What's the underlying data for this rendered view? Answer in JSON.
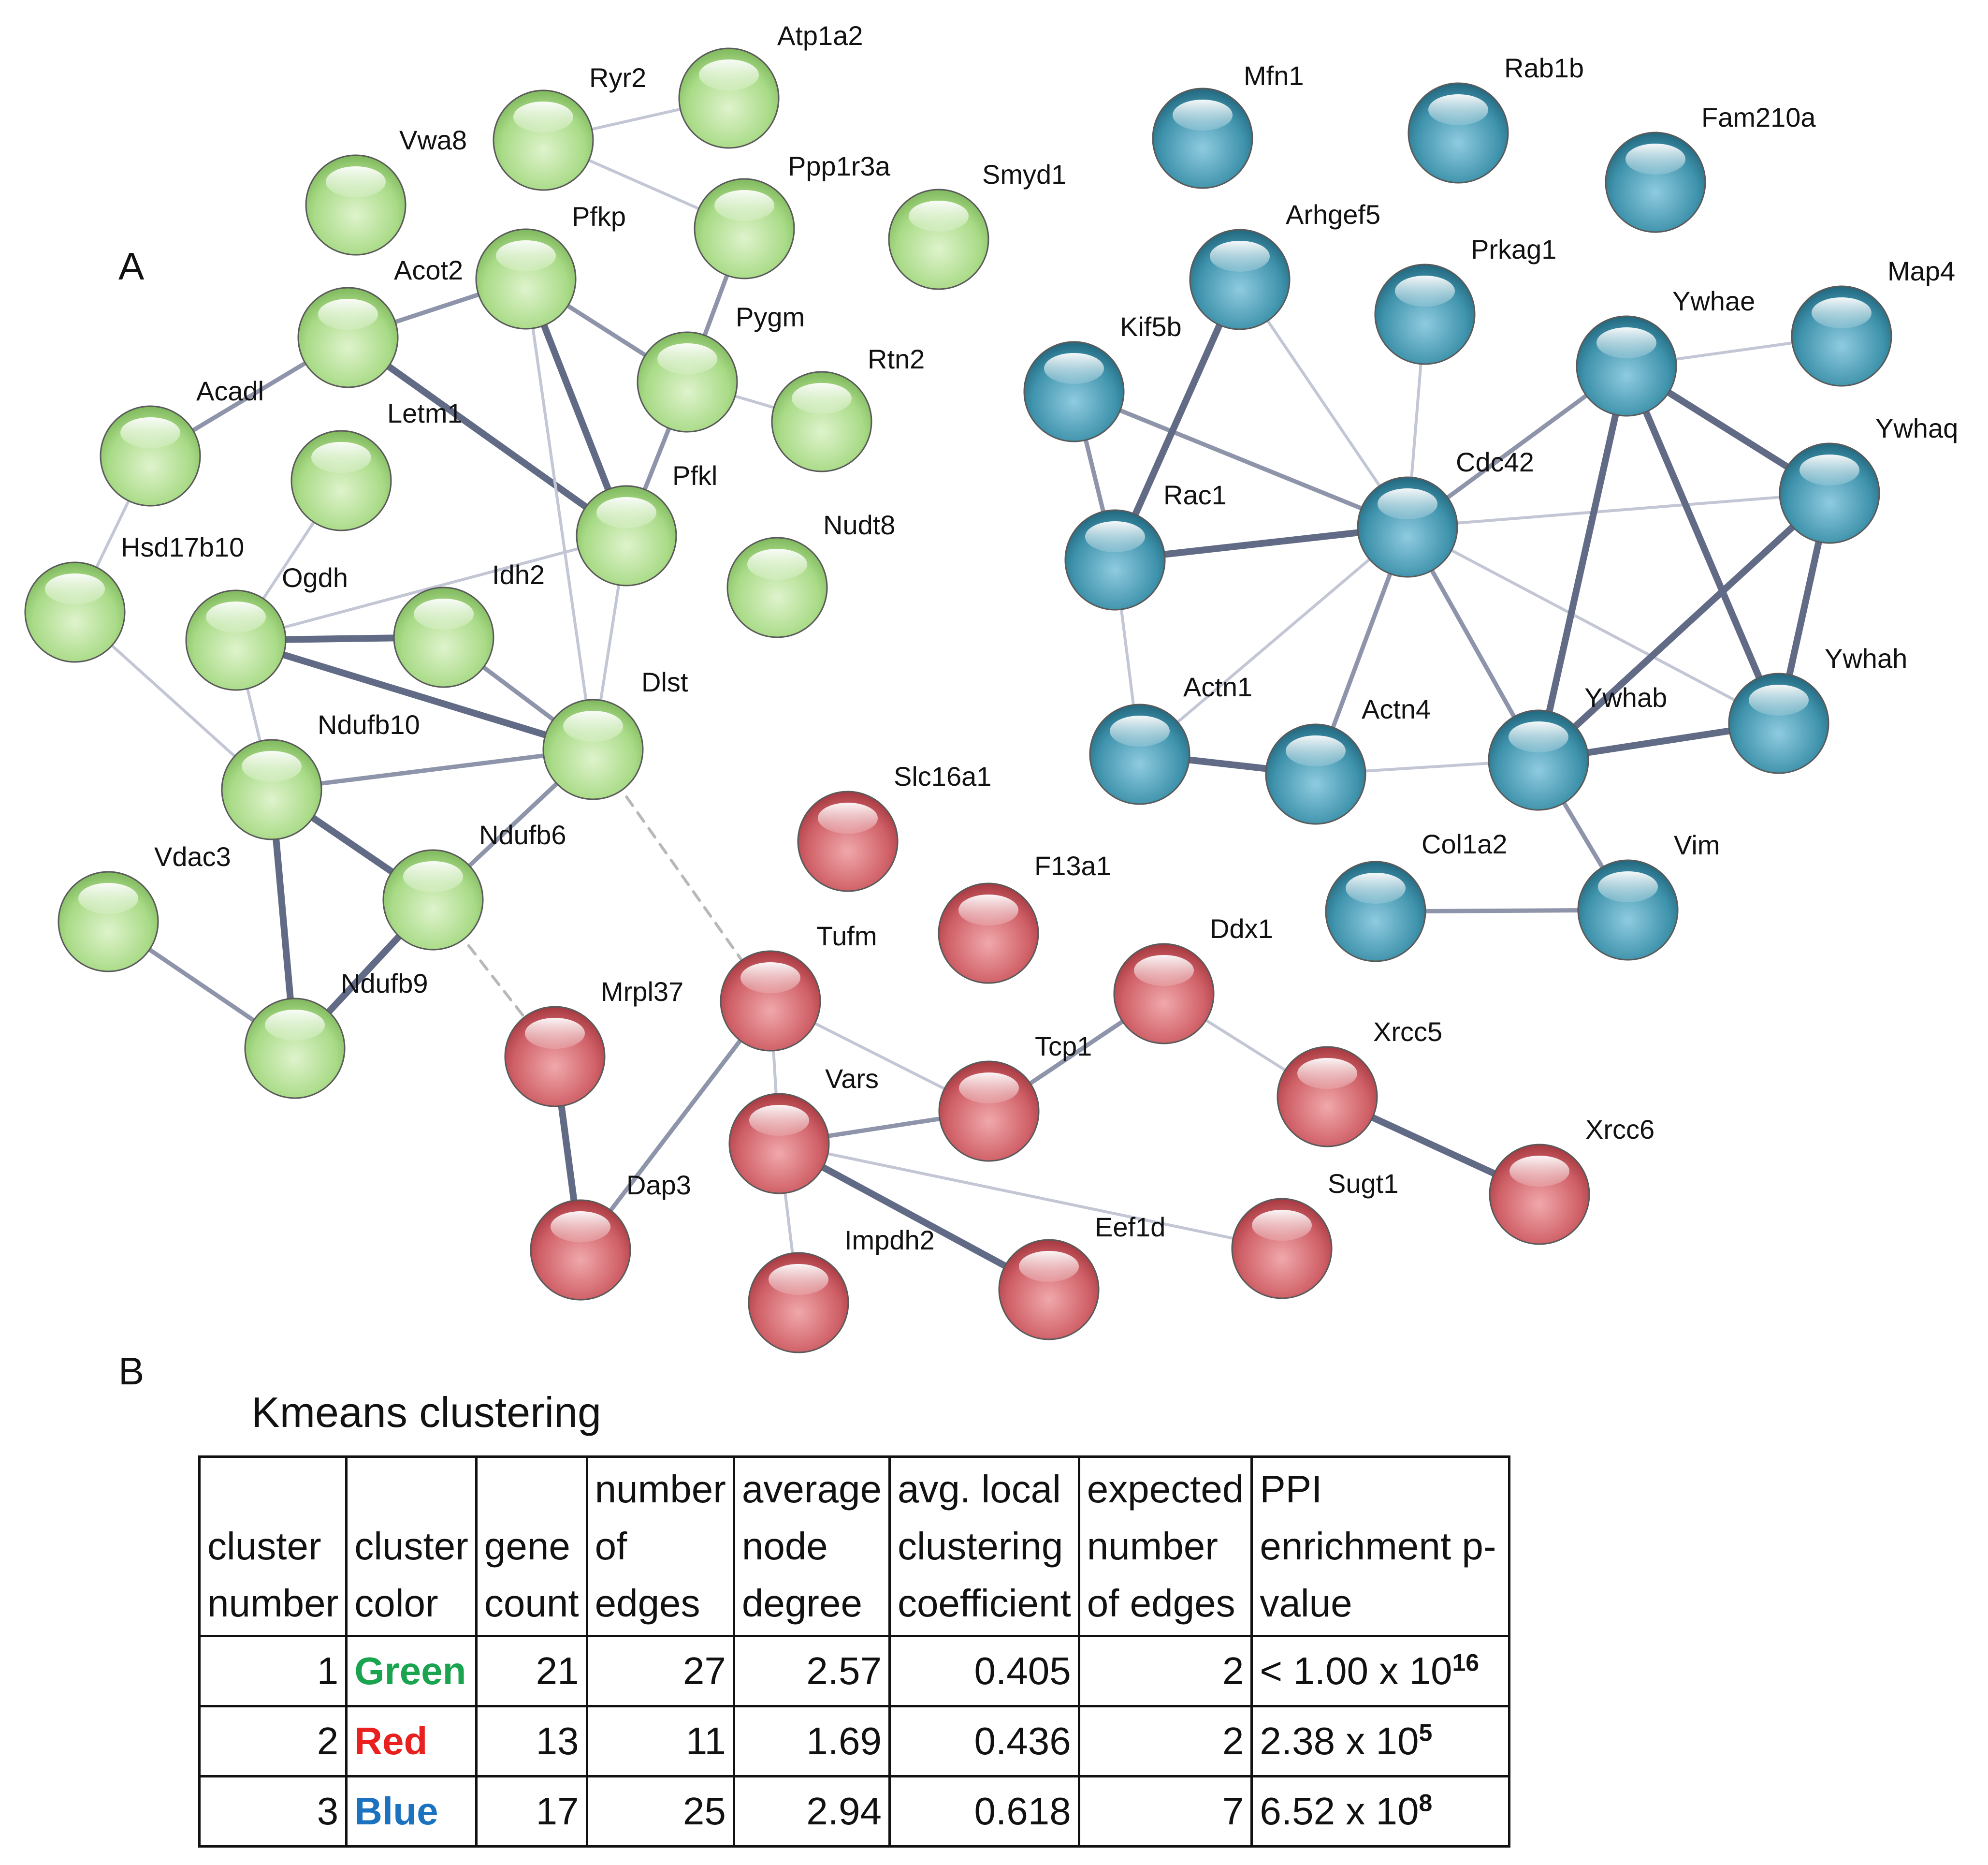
{
  "panels": {
    "a_label": "A",
    "b_label": "B"
  },
  "colors": {
    "green": "#a9db87",
    "red": "#cf5f66",
    "blue": "#3f93ac",
    "edge": "#616b86",
    "edge_light": "#c3c6d4",
    "text_green": "#1aa450",
    "text_red": "#e8201f",
    "text_blue": "#1b73c0"
  },
  "network": {
    "nodes": [
      {
        "id": "Atp1a2",
        "label": "Atp1a2",
        "cluster": "green"
      },
      {
        "id": "Ryr2",
        "label": "Ryr2",
        "cluster": "green"
      },
      {
        "id": "Vwa8",
        "label": "Vwa8",
        "cluster": "green"
      },
      {
        "id": "Ppp1r3a",
        "label": "Ppp1r3a",
        "cluster": "green"
      },
      {
        "id": "Smyd1",
        "label": "Smyd1",
        "cluster": "green"
      },
      {
        "id": "Pfkp",
        "label": "Pfkp",
        "cluster": "green"
      },
      {
        "id": "Acot2",
        "label": "Acot2",
        "cluster": "green"
      },
      {
        "id": "Pygm",
        "label": "Pygm",
        "cluster": "green"
      },
      {
        "id": "Rtn2",
        "label": "Rtn2",
        "cluster": "green"
      },
      {
        "id": "Acadl",
        "label": "Acadl",
        "cluster": "green"
      },
      {
        "id": "Letm1",
        "label": "Letm1",
        "cluster": "green"
      },
      {
        "id": "Pfkl",
        "label": "Pfkl",
        "cluster": "green"
      },
      {
        "id": "Nudt8",
        "label": "Nudt8",
        "cluster": "green"
      },
      {
        "id": "Hsd17b10",
        "label": "Hsd17b10",
        "cluster": "green"
      },
      {
        "id": "Ogdh",
        "label": "Ogdh",
        "cluster": "green"
      },
      {
        "id": "Idh2",
        "label": "Idh2",
        "cluster": "green"
      },
      {
        "id": "Dlst",
        "label": "Dlst",
        "cluster": "green"
      },
      {
        "id": "Ndufb10",
        "label": "Ndufb10",
        "cluster": "green"
      },
      {
        "id": "Ndufb6",
        "label": "Ndufb6",
        "cluster": "green"
      },
      {
        "id": "Vdac3",
        "label": "Vdac3",
        "cluster": "green"
      },
      {
        "id": "Ndufb9",
        "label": "Ndufb9",
        "cluster": "green"
      },
      {
        "id": "Mfn1",
        "label": "Mfn1",
        "cluster": "blue"
      },
      {
        "id": "Rab1b",
        "label": "Rab1b",
        "cluster": "blue"
      },
      {
        "id": "Fam210a",
        "label": "Fam210a",
        "cluster": "blue"
      },
      {
        "id": "Arhgef5",
        "label": "Arhgef5",
        "cluster": "blue"
      },
      {
        "id": "Prkag1",
        "label": "Prkag1",
        "cluster": "blue"
      },
      {
        "id": "Kif5b",
        "label": "Kif5b",
        "cluster": "blue"
      },
      {
        "id": "Ywhae",
        "label": "Ywhae",
        "cluster": "blue"
      },
      {
        "id": "Map4",
        "label": "Map4",
        "cluster": "blue"
      },
      {
        "id": "Ywhaq",
        "label": "Ywhaq",
        "cluster": "blue"
      },
      {
        "id": "Cdc42",
        "label": "Cdc42",
        "cluster": "blue"
      },
      {
        "id": "Rac1",
        "label": "Rac1",
        "cluster": "blue"
      },
      {
        "id": "Actn1",
        "label": "Actn1",
        "cluster": "blue"
      },
      {
        "id": "Actn4",
        "label": "Actn4",
        "cluster": "blue"
      },
      {
        "id": "Ywhab",
        "label": "Ywhab",
        "cluster": "blue"
      },
      {
        "id": "Ywhah",
        "label": "Ywhah",
        "cluster": "blue"
      },
      {
        "id": "Col1a2",
        "label": "Col1a2",
        "cluster": "blue"
      },
      {
        "id": "Vim",
        "label": "Vim",
        "cluster": "blue"
      },
      {
        "id": "Slc16a1",
        "label": "Slc16a1",
        "cluster": "red"
      },
      {
        "id": "F13a1",
        "label": "F13a1",
        "cluster": "red"
      },
      {
        "id": "Tufm",
        "label": "Tufm",
        "cluster": "red"
      },
      {
        "id": "Ddx1",
        "label": "Ddx1",
        "cluster": "red"
      },
      {
        "id": "Mrpl37",
        "label": "Mrpl37",
        "cluster": "red"
      },
      {
        "id": "Tcp1",
        "label": "Tcp1",
        "cluster": "red"
      },
      {
        "id": "Xrcc5",
        "label": "Xrcc5",
        "cluster": "red"
      },
      {
        "id": "Vars",
        "label": "Vars",
        "cluster": "red"
      },
      {
        "id": "Xrcc6",
        "label": "Xrcc6",
        "cluster": "red"
      },
      {
        "id": "Dap3",
        "label": "Dap3",
        "cluster": "red"
      },
      {
        "id": "Sugt1",
        "label": "Sugt1",
        "cluster": "red"
      },
      {
        "id": "Eef1d",
        "label": "Eef1d",
        "cluster": "red"
      },
      {
        "id": "Impdh2",
        "label": "Impdh2",
        "cluster": "red"
      }
    ],
    "edges": [
      {
        "from": "Ryr2",
        "to": "Atp1a2",
        "strength": "weak"
      },
      {
        "from": "Ryr2",
        "to": "Ppp1r3a",
        "strength": "weak"
      },
      {
        "from": "Ppp1r3a",
        "to": "Pygm",
        "strength": "medium"
      },
      {
        "from": "Acot2",
        "to": "Pfkp",
        "strength": "medium"
      },
      {
        "from": "Acot2",
        "to": "Acadl",
        "strength": "medium"
      },
      {
        "from": "Acot2",
        "to": "Pfkl",
        "strength": "strong"
      },
      {
        "from": "Pfkp",
        "to": "Pygm",
        "strength": "medium"
      },
      {
        "from": "Pfkp",
        "to": "Pfkl",
        "strength": "strong"
      },
      {
        "from": "Pfkp",
        "to": "Dlst",
        "strength": "weak"
      },
      {
        "from": "Pygm",
        "to": "Rtn2",
        "strength": "weak"
      },
      {
        "from": "Pygm",
        "to": "Pfkl",
        "strength": "medium"
      },
      {
        "from": "Pfkl",
        "to": "Dlst",
        "strength": "weak"
      },
      {
        "from": "Pfkl",
        "to": "Ogdh",
        "strength": "weak"
      },
      {
        "from": "Acadl",
        "to": "Hsd17b10",
        "strength": "weak"
      },
      {
        "from": "Letm1",
        "to": "Ogdh",
        "strength": "weak"
      },
      {
        "from": "Hsd17b10",
        "to": "Ndufb10",
        "strength": "weak"
      },
      {
        "from": "Ogdh",
        "to": "Idh2",
        "strength": "strong"
      },
      {
        "from": "Ogdh",
        "to": "Dlst",
        "strength": "strong"
      },
      {
        "from": "Ogdh",
        "to": "Ndufb10",
        "strength": "weak"
      },
      {
        "from": "Idh2",
        "to": "Dlst",
        "strength": "medium"
      },
      {
        "from": "Ndufb10",
        "to": "Dlst",
        "strength": "medium"
      },
      {
        "from": "Ndufb10",
        "to": "Ndufb6",
        "strength": "strong"
      },
      {
        "from": "Ndufb10",
        "to": "Ndufb9",
        "strength": "strong"
      },
      {
        "from": "Ndufb6",
        "to": "Dlst",
        "strength": "medium"
      },
      {
        "from": "Ndufb6",
        "to": "Ndufb9",
        "strength": "strong"
      },
      {
        "from": "Vdac3",
        "to": "Ndufb9",
        "strength": "medium"
      },
      {
        "from": "Dlst",
        "to": "Tufm",
        "strength": "dashed"
      },
      {
        "from": "Ndufb6",
        "to": "Mrpl37",
        "strength": "dashed"
      },
      {
        "from": "Kif5b",
        "to": "Cdc42",
        "strength": "medium"
      },
      {
        "from": "Kif5b",
        "to": "Rac1",
        "strength": "medium"
      },
      {
        "from": "Arhgef5",
        "to": "Rac1",
        "strength": "strong"
      },
      {
        "from": "Arhgef5",
        "to": "Cdc42",
        "strength": "weak"
      },
      {
        "from": "Prkag1",
        "to": "Cdc42",
        "strength": "weak"
      },
      {
        "from": "Rac1",
        "to": "Cdc42",
        "strength": "strong"
      },
      {
        "from": "Rac1",
        "to": "Actn1",
        "strength": "weak"
      },
      {
        "from": "Cdc42",
        "to": "Ywhae",
        "strength": "medium"
      },
      {
        "from": "Cdc42",
        "to": "Ywhaq",
        "strength": "weak"
      },
      {
        "from": "Cdc42",
        "to": "Actn1",
        "strength": "weak"
      },
      {
        "from": "Cdc42",
        "to": "Actn4",
        "strength": "medium"
      },
      {
        "from": "Cdc42",
        "to": "Ywhab",
        "strength": "medium"
      },
      {
        "from": "Cdc42",
        "to": "Ywhah",
        "strength": "weak"
      },
      {
        "from": "Ywhae",
        "to": "Map4",
        "strength": "weak"
      },
      {
        "from": "Ywhae",
        "to": "Ywhaq",
        "strength": "strong"
      },
      {
        "from": "Ywhae",
        "to": "Ywhab",
        "strength": "strong"
      },
      {
        "from": "Ywhae",
        "to": "Ywhah",
        "strength": "strong"
      },
      {
        "from": "Ywhaq",
        "to": "Ywhab",
        "strength": "strong"
      },
      {
        "from": "Ywhaq",
        "to": "Ywhah",
        "strength": "strong"
      },
      {
        "from": "Ywhab",
        "to": "Ywhah",
        "strength": "strong"
      },
      {
        "from": "Actn1",
        "to": "Actn4",
        "strength": "strong"
      },
      {
        "from": "Actn4",
        "to": "Ywhab",
        "strength": "weak"
      },
      {
        "from": "Ywhab",
        "to": "Vim",
        "strength": "medium"
      },
      {
        "from": "Col1a2",
        "to": "Vim",
        "strength": "medium"
      },
      {
        "from": "Tufm",
        "to": "Dap3",
        "strength": "medium"
      },
      {
        "from": "Tufm",
        "to": "Vars",
        "strength": "weak"
      },
      {
        "from": "Tufm",
        "to": "Tcp1",
        "strength": "weak"
      },
      {
        "from": "Mrpl37",
        "to": "Dap3",
        "strength": "strong"
      },
      {
        "from": "Vars",
        "to": "Tcp1",
        "strength": "medium"
      },
      {
        "from": "Vars",
        "to": "Eef1d",
        "strength": "strong"
      },
      {
        "from": "Vars",
        "to": "Impdh2",
        "strength": "weak"
      },
      {
        "from": "Vars",
        "to": "Sugt1",
        "strength": "weak"
      },
      {
        "from": "Tcp1",
        "to": "Ddx1",
        "strength": "medium"
      },
      {
        "from": "Ddx1",
        "to": "Xrcc5",
        "strength": "weak"
      },
      {
        "from": "Xrcc5",
        "to": "Xrcc6",
        "strength": "strong"
      }
    ]
  },
  "table": {
    "title": "Kmeans clustering",
    "headers": [
      "cluster number",
      "cluster color",
      "gene count",
      "number of edges",
      "average node degree",
      "avg. local clustering coefficient",
      "expected number of edges",
      "PPI enrichment p-value"
    ],
    "rows": [
      {
        "number": "1",
        "color": "Green",
        "gene_count": "21",
        "edges": "27",
        "avg_degree": "2.57",
        "clustering_coefficient": "0.405",
        "expected_edges": "2",
        "p_value": "< 1.00 x 10",
        "p_exp": "16"
      },
      {
        "number": "2",
        "color": "Red",
        "gene_count": "13",
        "edges": "11",
        "avg_degree": "1.69",
        "clustering_coefficient": "0.436",
        "expected_edges": "2",
        "p_value": "2.38 x 10",
        "p_exp": "5"
      },
      {
        "number": "3",
        "color": "Blue",
        "gene_count": "17",
        "edges": "25",
        "avg_degree": "2.94",
        "clustering_coefficient": "0.618",
        "expected_edges": "7",
        "p_value": "6.52 x 10",
        "p_exp": "8"
      }
    ]
  }
}
